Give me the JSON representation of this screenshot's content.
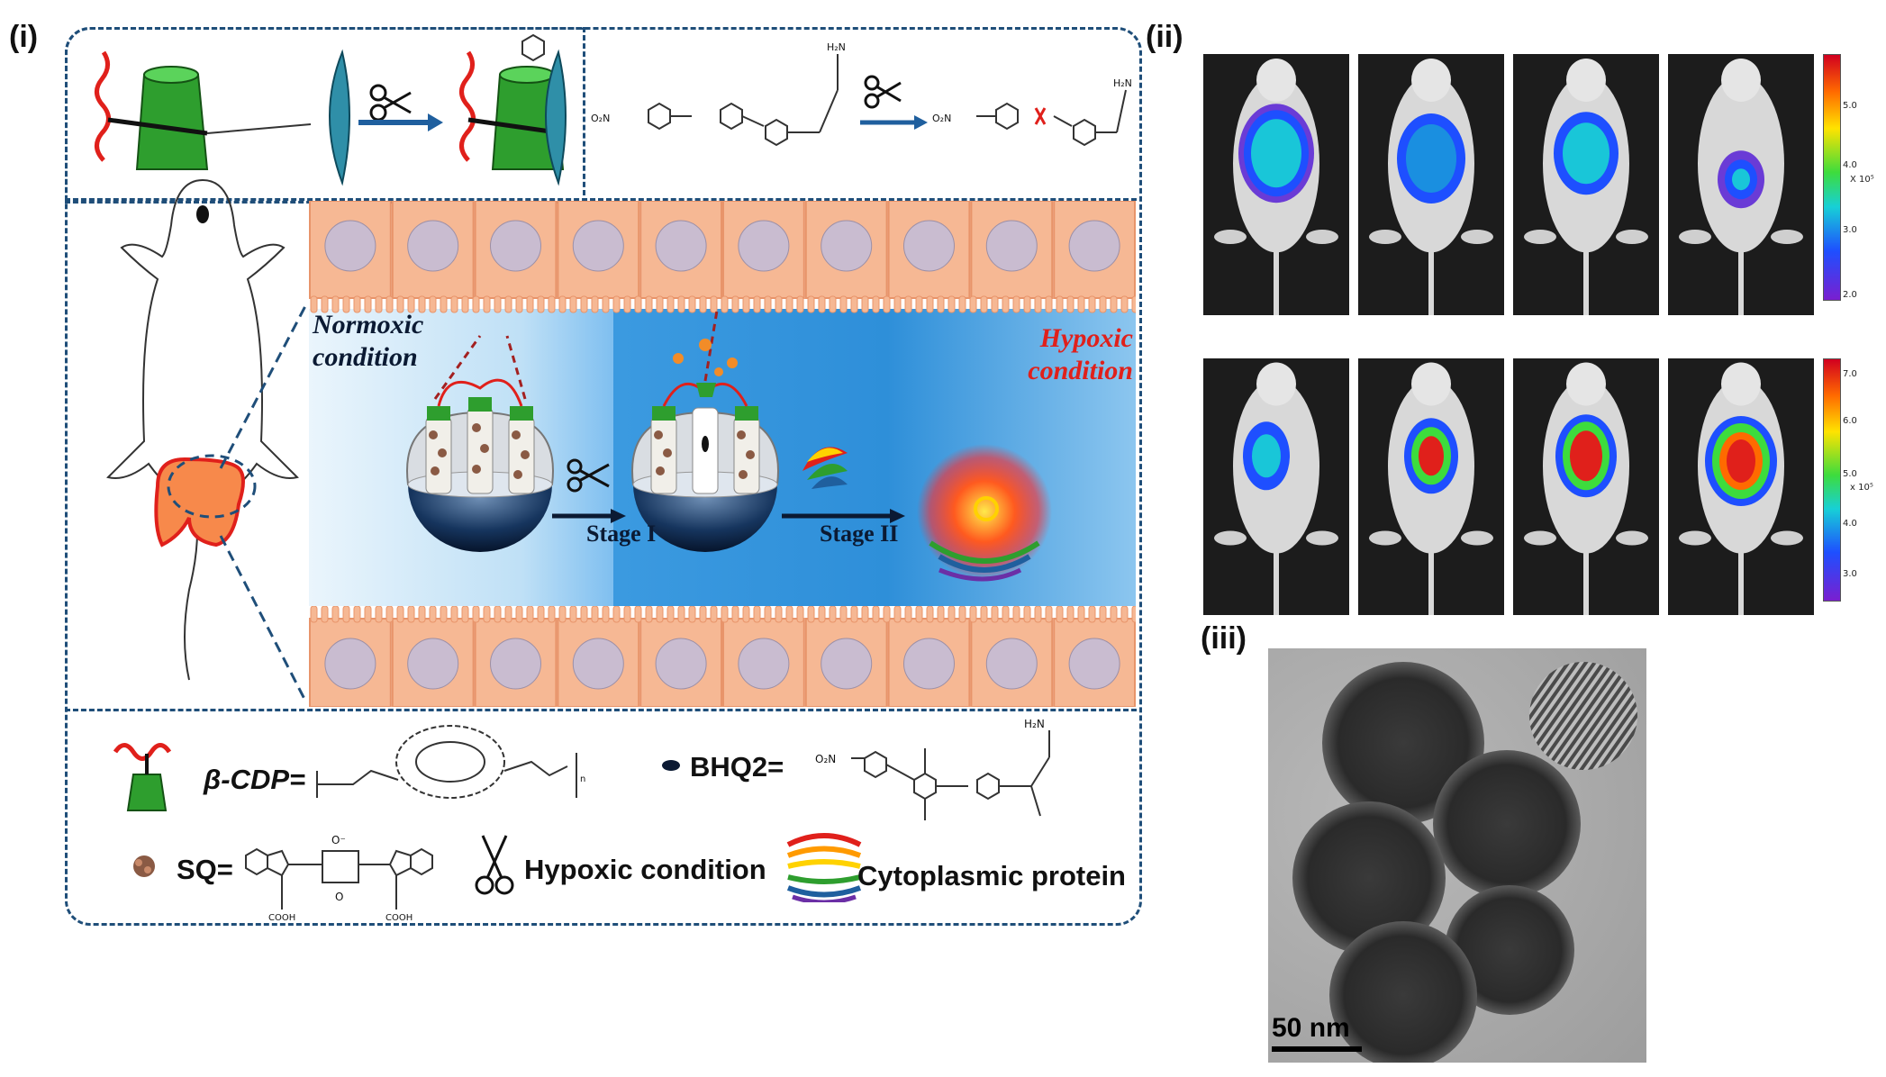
{
  "panels": {
    "i": "(i)",
    "ii": "(ii)",
    "iii": "(iii)"
  },
  "scheme": {
    "normoxic_line1": "Normoxic",
    "normoxic_line2": "condition",
    "hypoxic_line1": "Hypoxic",
    "hypoxic_line2": "condition",
    "stage1": "Stage I",
    "stage2": "Stage II"
  },
  "legend": {
    "bcdp": "β-CDP=",
    "bhq2": "BHQ2=",
    "sq": "SQ=",
    "hypoxic": "Hypoxic  condition",
    "protein": "Cytoplasmic  protein"
  },
  "chem": {
    "o2n": "O₂N",
    "h2n": "H₂N",
    "n": "n",
    "cooh": "COOH",
    "o_minus": "O⁻",
    "o": "O"
  },
  "imaging": {
    "bar1_ticks": [
      "5.0",
      "4.0",
      "3.0",
      "2.0"
    ],
    "bar1_unit": "X 10⁵",
    "bar2_ticks": [
      "7.0",
      "6.0",
      "5.0",
      "4.0",
      "3.0"
    ],
    "bar2_unit": "x 10⁵"
  },
  "tem": {
    "scale": "50 nm"
  },
  "colors": {
    "frame": "#1f4e79",
    "cell": "#f6b894",
    "nucleus": "#c9bcd0",
    "lumen_left": "#cfe6f6",
    "lumen_right": "#3d9be0",
    "hypoxic_text": "#e0201b",
    "normoxic_text": "#0b1a33"
  }
}
